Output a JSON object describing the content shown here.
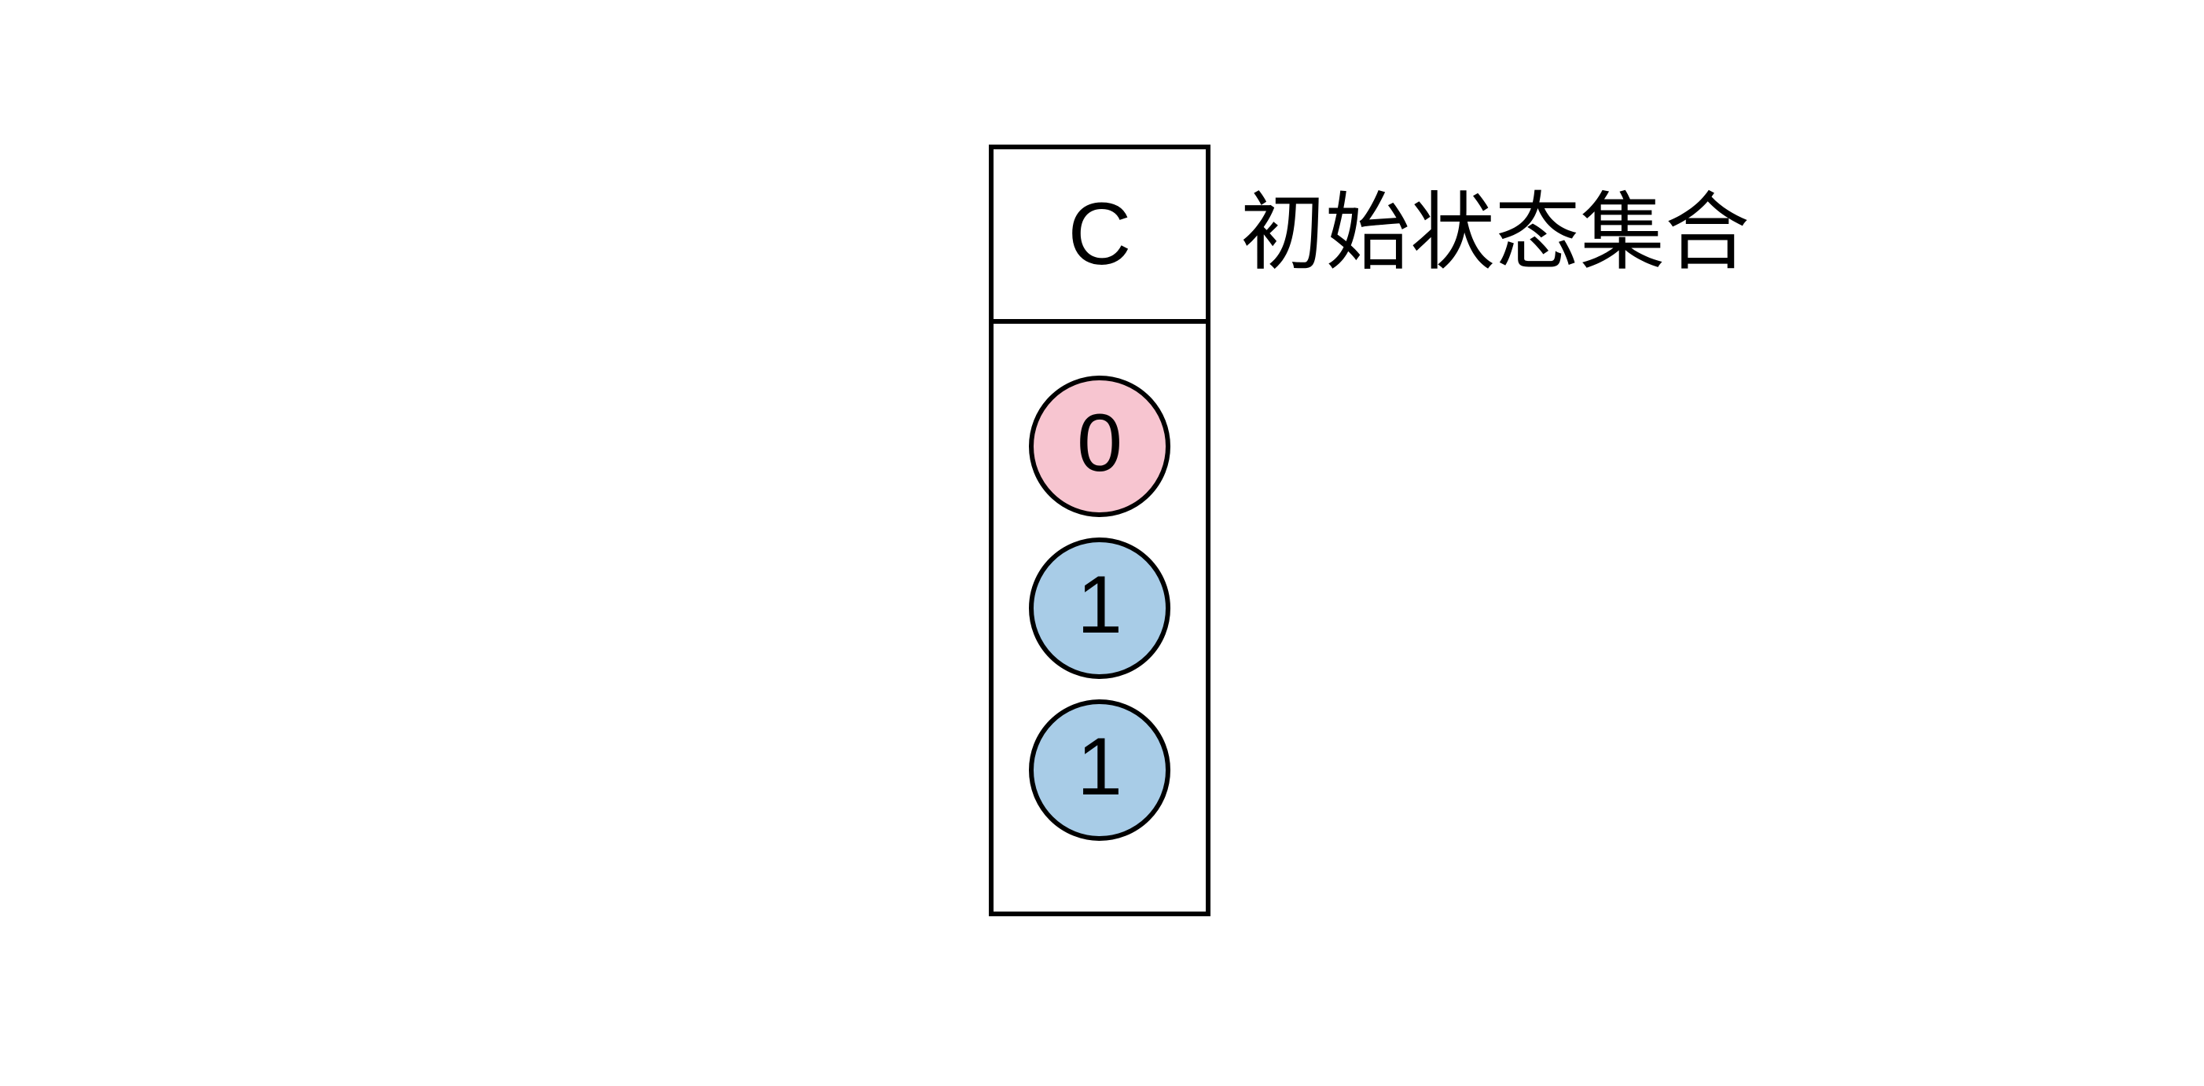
{
  "diagram": {
    "title": "initial-state-set-diagram",
    "background_color": "#FFFFFF",
    "stroke_color": "#000000",
    "set_box": {
      "header_label": "C",
      "annotation": "初始状态集合",
      "nodes": [
        {
          "label": "0",
          "fill": "#F7C5D0",
          "stroke": "#000000",
          "kind": "accepting-or-marked"
        },
        {
          "label": "1",
          "fill": "#A8CCE7",
          "stroke": "#000000",
          "kind": "normal"
        },
        {
          "label": "1",
          "fill": "#A8CCE7",
          "stroke": "#000000",
          "kind": "normal"
        }
      ]
    }
  },
  "colors": {
    "pink": "#F7C5D0",
    "blue": "#A8CCE7",
    "outline": "#000000",
    "canvas": "#FFFFFF"
  }
}
